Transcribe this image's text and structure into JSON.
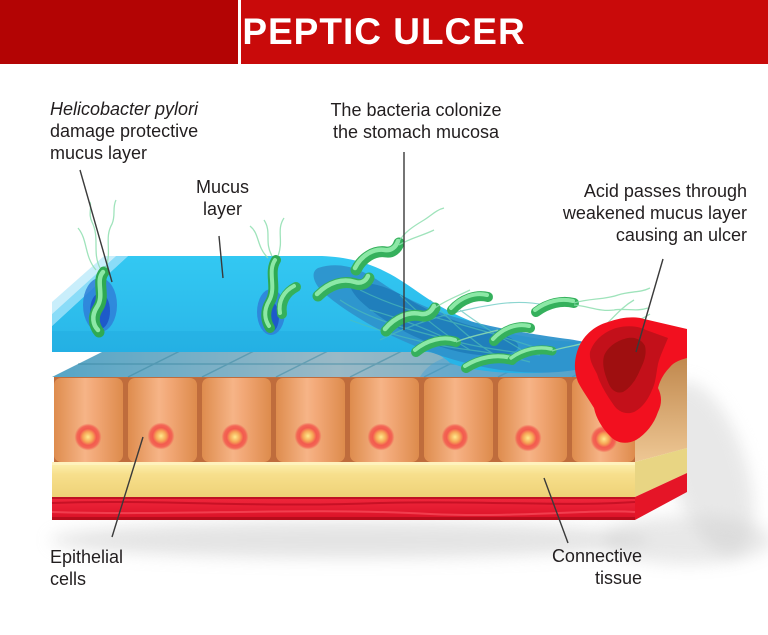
{
  "title": "PEPTIC ULCER",
  "labels": {
    "hp": {
      "line1": "Helicobacter pylori",
      "line2": "damage protective",
      "line3": "mucus layer"
    },
    "colonize": {
      "line1": "The bacteria colonize",
      "line2": "the stomach mucosa"
    },
    "acid": {
      "line1": "Acid passes through",
      "line2": "weakened mucus layer",
      "line3": "causing an ulcer"
    },
    "mucus": {
      "line1": "Mucus",
      "line2": "layer"
    },
    "epithelial": {
      "line1": "Epithelial",
      "line2": "cells"
    },
    "connective": {
      "line1": "Connective",
      "line2": "tissue"
    }
  },
  "colors": {
    "banner_dark": "#b30404",
    "banner_bright": "#c90a0a",
    "title_text": "#ffffff",
    "mucus_cyan": "#2dc3ef",
    "mucus_front": "#1ca6de",
    "mucus_pool": "#2e93cc",
    "mucus_pool_dark": "#1f7cba",
    "pit_blue": "#2f7fd8",
    "pit_blue_dark": "#1d55c8",
    "epithelial_gap": "#bf6c3c",
    "strip_swirl": "#2e85a6",
    "yellow_tissue": "#f6dd87",
    "red_tissue": "#e8192f",
    "ulcer_red": "#f2101f",
    "ulcer_mid": "#c3101a",
    "ulcer_core": "#9f0f10",
    "bacteria_green": "#35b05c",
    "bacteria_highlight": "#8ce8a6",
    "flagella_green": "#7fd8a8",
    "leader_line": "#3a3a3a",
    "label_text": "#221e1f"
  }
}
